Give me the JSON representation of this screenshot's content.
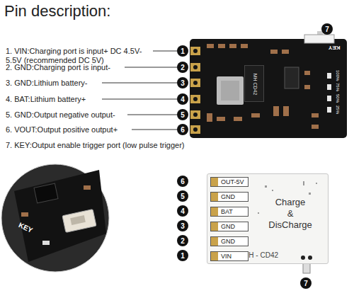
{
  "diagram": {
    "title": "Pin description:",
    "nodes": [
      {
        "text": [
          "7"
        ]
      },
      {
        "text": [
          "1"
        ]
      },
      {
        "text": [
          "2"
        ]
      },
      {
        "text": [
          "3"
        ]
      },
      {
        "text": [
          "4"
        ]
      },
      {
        "text": [
          "5"
        ]
      },
      {
        "text": [
          "6"
        ]
      },
      {
        "text": [
          "KEY",
          "100%",
          "75%",
          "50%",
          "25%"
        ]
      },
      {
        "text": [
          "MH CD42"
        ],
        "in": 7
      },
      {
        "text": [
          "KEY"
        ]
      },
      {
        "text": [
          "Charge & DisCharge",
          "MH - CD42"
        ]
      },
      {
        "text": [
          "OUT-5V"
        ],
        "in": 10
      },
      {
        "text": [
          "GND"
        ],
        "in": 10
      },
      {
        "text": [
          "BAT"
        ],
        "in": 10
      },
      {
        "text": [
          "GND"
        ],
        "in": 10
      },
      {
        "text": [
          "GND"
        ],
        "in": 10
      },
      {
        "text": [
          "VIN"
        ],
        "in": 10
      },
      {
        "text": [
          "6"
        ]
      },
      {
        "text": [
          "5"
        ]
      },
      {
        "text": [
          "4"
        ]
      },
      {
        "text": [
          "3"
        ]
      },
      {
        "text": [
          "2"
        ]
      },
      {
        "text": [
          "1"
        ]
      },
      {
        "text": [
          "7"
        ]
      }
    ],
    "labels": [
      "1. VIN:Charging port is input+ DC 4.5V-5.5V (recommended DC 5V)",
      "2. GND:Charging port is input-",
      "3. GND:Lithium battery-",
      "4. BAT:Lithium battery+",
      "5. GND:Output negative output-",
      "6. VOUT:Output positive output+",
      "7. KEY:Output enable trigger port (low pulse trigger)"
    ]
  }
}
